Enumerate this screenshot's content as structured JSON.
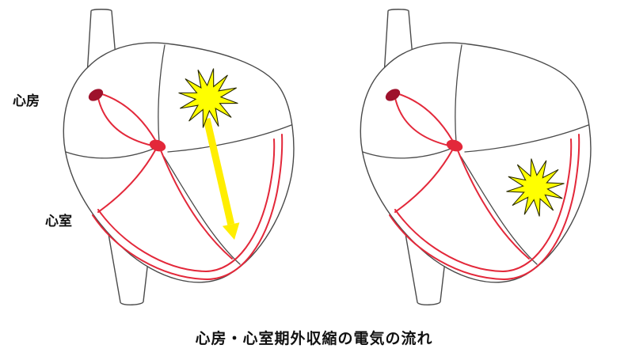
{
  "labels": {
    "atrium": "心房",
    "ventricle": "心室"
  },
  "caption": "心房・心室期外収縮の電気の流れ",
  "colors": {
    "background": "#ffffff",
    "outline": "#4a4a4a",
    "conduction_red": "#e3283a",
    "sa_node_red": "#9e122c",
    "av_node_red": "#e3283a",
    "starburst_yellow": "#ffff00",
    "starburst_stroke": "#2a2a00",
    "arrow_yellow": "#ffee00"
  },
  "figures": [
    {
      "side": "left",
      "starburst_location": "atrium",
      "has_arrow_to_ventricle": true
    },
    {
      "side": "right",
      "starburst_location": "ventricle",
      "has_arrow_to_ventricle": false
    }
  ]
}
